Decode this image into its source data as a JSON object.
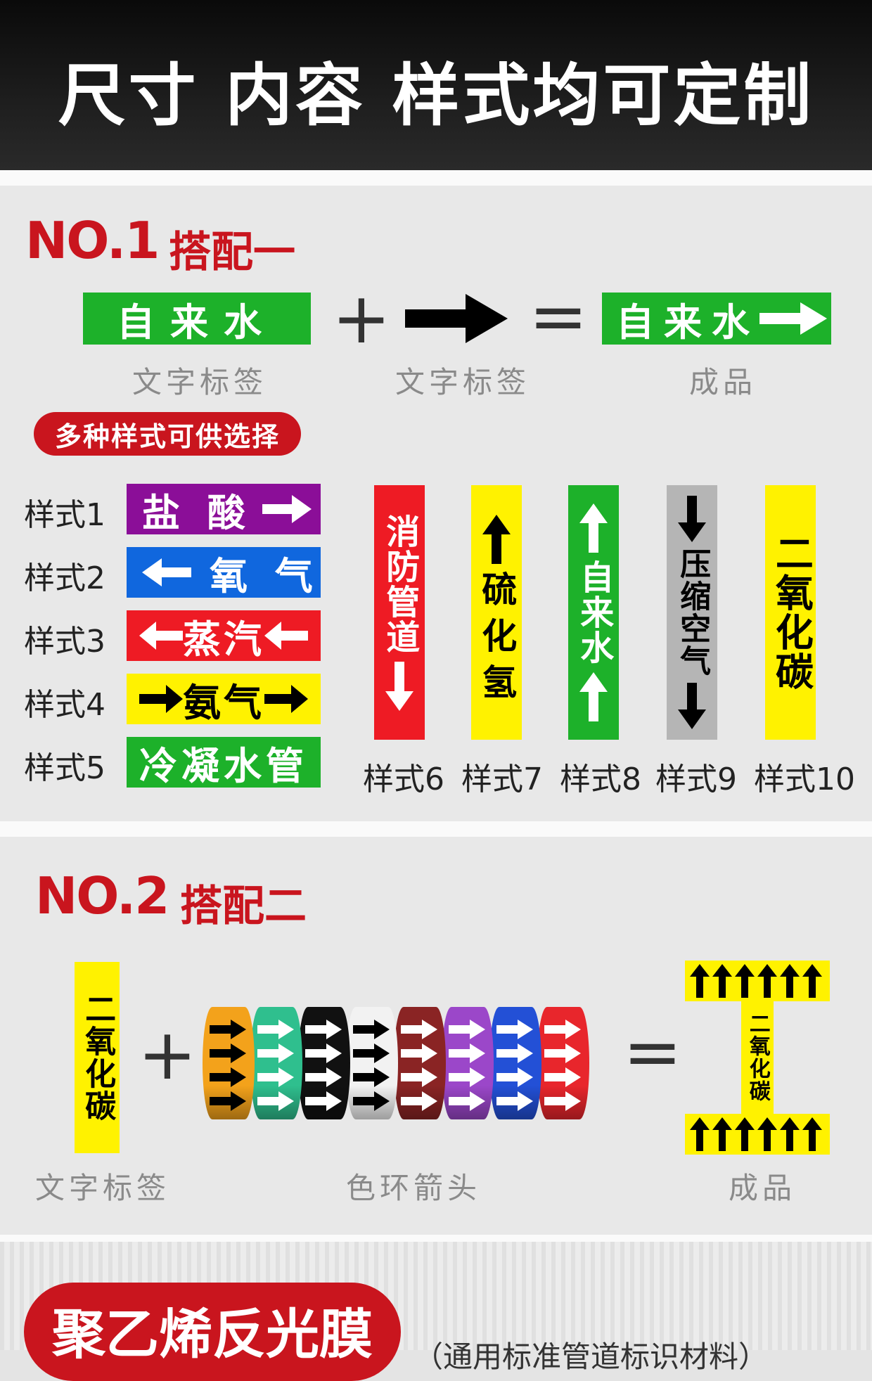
{
  "header": {
    "title": "尺寸 内容 样式均可定制"
  },
  "section1": {
    "no": "NO.1",
    "title": "搭配一",
    "label_left": "自来水",
    "label_result": "自来水",
    "cap_left": "文字标签",
    "cap_mid": "文字标签",
    "cap_right": "成品",
    "pill": "多种样式可供选择",
    "styles_h": [
      {
        "name": "样式1",
        "text": "盐 酸",
        "bg": "#8b0e98",
        "fg": "#ffffff"
      },
      {
        "name": "样式2",
        "text": "氧 气",
        "bg": "#1067de",
        "fg": "#ffffff"
      },
      {
        "name": "样式3",
        "text": "蒸汽",
        "bg": "#ee1b24",
        "fg": "#ffffff"
      },
      {
        "name": "样式4",
        "text": "氨气",
        "bg": "#fff200",
        "fg": "#000000"
      },
      {
        "name": "样式5",
        "text": "冷凝水管",
        "bg": "#1db12a",
        "fg": "#ffffff"
      }
    ],
    "styles_v": [
      {
        "name": "样式6",
        "text": "消防管道",
        "bg": "#ee1b24",
        "fg": "#ffffff"
      },
      {
        "name": "样式7",
        "text": "硫化氢",
        "bg": "#fff200",
        "fg": "#000000"
      },
      {
        "name": "样式8",
        "text": "自来水",
        "bg": "#1db12a",
        "fg": "#ffffff"
      },
      {
        "name": "样式9",
        "text": "压缩空气",
        "bg": "#b5b5b5",
        "fg": "#000000"
      },
      {
        "name": "样式10",
        "text": "二氧化碳",
        "bg": "#fff200",
        "fg": "#000000"
      }
    ]
  },
  "section2": {
    "no": "NO.2",
    "title": "搭配二",
    "label_text": "二氧化碳",
    "result_text": "二氧化碳",
    "cap_left": "文字标签",
    "cap_mid": "色环箭头",
    "cap_right": "成品",
    "tape_colors": [
      "#f3a21b",
      "#2fbf8e",
      "#111111",
      "#f2f2f2",
      "#8a2424",
      "#9b47c9",
      "#2350d6",
      "#e8262c"
    ]
  },
  "section3": {
    "badge": "聚乙烯反光膜",
    "note": "（通用标准管道标识材料）"
  },
  "colors": {
    "brand_red": "#c9151e",
    "green": "#1db12a",
    "yellow": "#fff200"
  }
}
